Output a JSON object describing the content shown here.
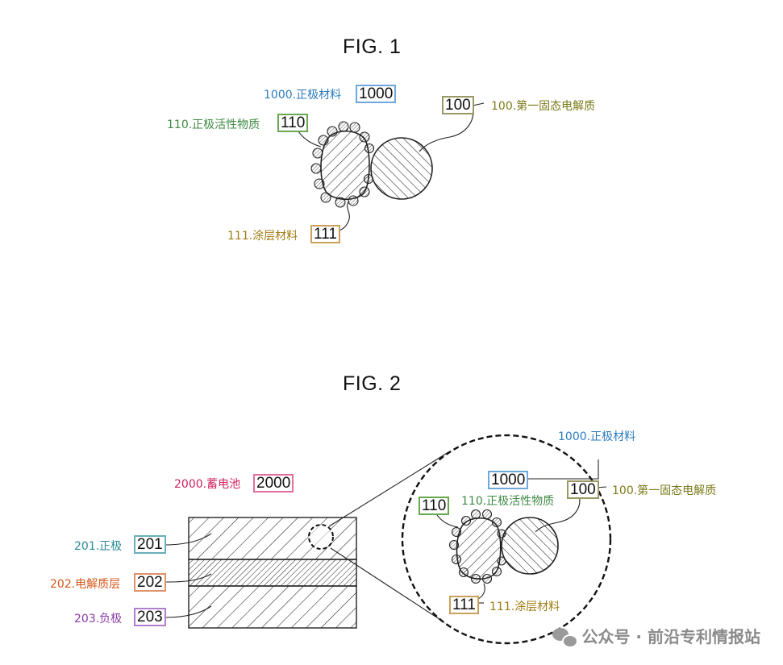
{
  "fig1": {
    "title": "FIG. 1",
    "labels": {
      "positive_material": "1000.正极材料",
      "active_material": "110.正极活性物质",
      "solid_electrolyte": "100.第一固态电解质",
      "coating": "111.涂层材料"
    },
    "refs": {
      "r1000": "1000",
      "r110": "110",
      "r100": "100",
      "r111": "111"
    }
  },
  "fig2": {
    "title": "FIG. 2",
    "labels": {
      "battery": "2000.蓄电池",
      "positive_electrode": "201.正极",
      "electrolyte_layer": "202.电解质层",
      "negative_electrode": "203.负极",
      "positive_material": "1000.正极材料",
      "solid_electrolyte": "100.第一固态电解质",
      "active_material": "110.正极活性物质",
      "coating": "111.涂层材料"
    },
    "refs": {
      "r2000": "2000",
      "r201": "201",
      "r202": "202",
      "r203": "203",
      "r1000": "1000",
      "r100": "100",
      "r110": "110",
      "r111": "111"
    }
  },
  "watermark": {
    "text": "公众号 · 前沿专利情报站"
  },
  "colors": {
    "blue": "#2b7bbf",
    "green": "#3f8a44",
    "olive": "#7a7a1a",
    "gold": "#a07a12",
    "magenta": "#d0215e",
    "teal": "#2a8a96",
    "orange": "#d4561a",
    "purple": "#8a3aa8",
    "box_blue": "#6fa8dc",
    "box_green": "#6aa84f",
    "box_olive": "#999966",
    "box_gold": "#c9a15a",
    "box_pink": "#e06fa0",
    "box_teal": "#6ab0b8",
    "box_orange": "#e0906a",
    "box_purple": "#b07fcc"
  }
}
